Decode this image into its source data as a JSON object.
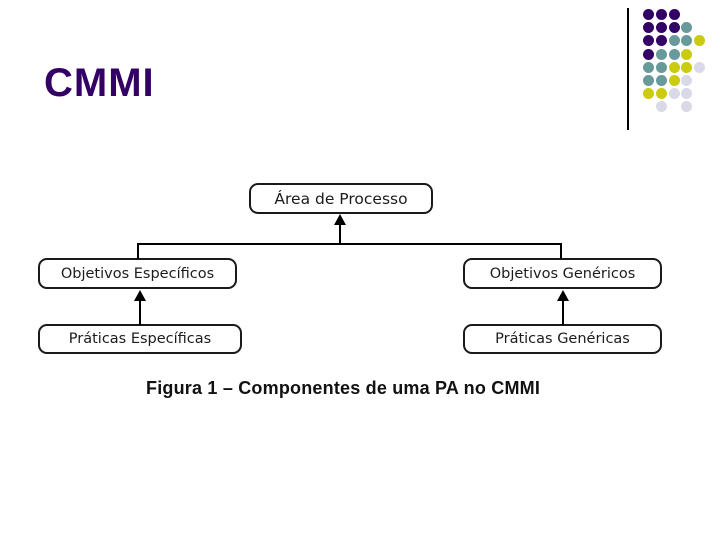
{
  "slide": {
    "title": "CMMI",
    "background_color": "#ffffff",
    "title_color": "#330066"
  },
  "decoration": {
    "corner_line_color": "#000000",
    "dots": {
      "colors": {
        "P": "#330066",
        "T": "#689a9c",
        "Y": "#cbcb0f",
        "G": "#d9d9e8"
      },
      "grid": [
        [
          "P",
          "P",
          "P",
          "",
          ""
        ],
        [
          "P",
          "P",
          "P",
          "T",
          ""
        ],
        [
          "P",
          "P",
          "T",
          "T",
          "Y"
        ],
        [
          "P",
          "T",
          "T",
          "Y",
          ""
        ],
        [
          "T",
          "T",
          "Y",
          "Y",
          "G"
        ],
        [
          "T",
          "T",
          "Y",
          "G",
          ""
        ],
        [
          "Y",
          "Y",
          "G",
          "G",
          ""
        ],
        [
          "",
          "G",
          "",
          "G",
          ""
        ]
      ]
    }
  },
  "diagram": {
    "nodes": {
      "area": "Área de Processo",
      "objetivos_especificos": "Objetivos Específicos",
      "objetivos_genericos": "Objetivos Genéricos",
      "praticas_especificas": "Práticas Específicas",
      "praticas_genericas": "Práticas Genéricas"
    },
    "caption": "Figura 1 – Componentes de uma PA no CMMI"
  }
}
